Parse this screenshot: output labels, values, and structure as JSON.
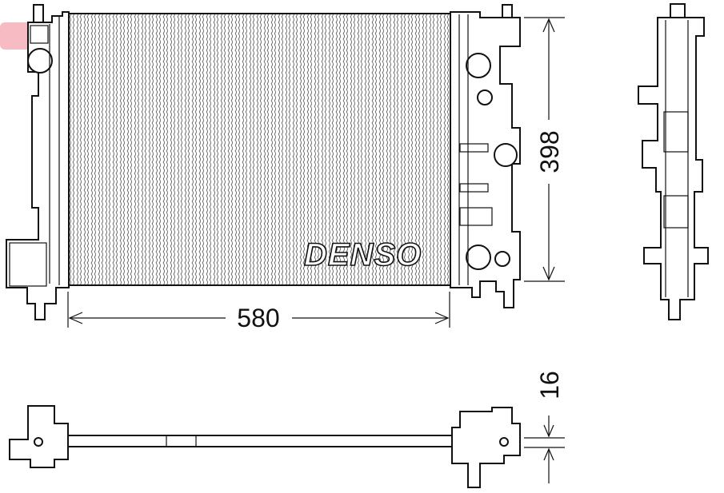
{
  "drawing": {
    "brand_label": "DENSO",
    "watermark_logo": "DENSO",
    "dimensions": {
      "height_mm": "398",
      "width_mm": "580",
      "thickness_mm": "16"
    },
    "colors": {
      "line": "#111111",
      "watermark": "#e8334a"
    }
  }
}
